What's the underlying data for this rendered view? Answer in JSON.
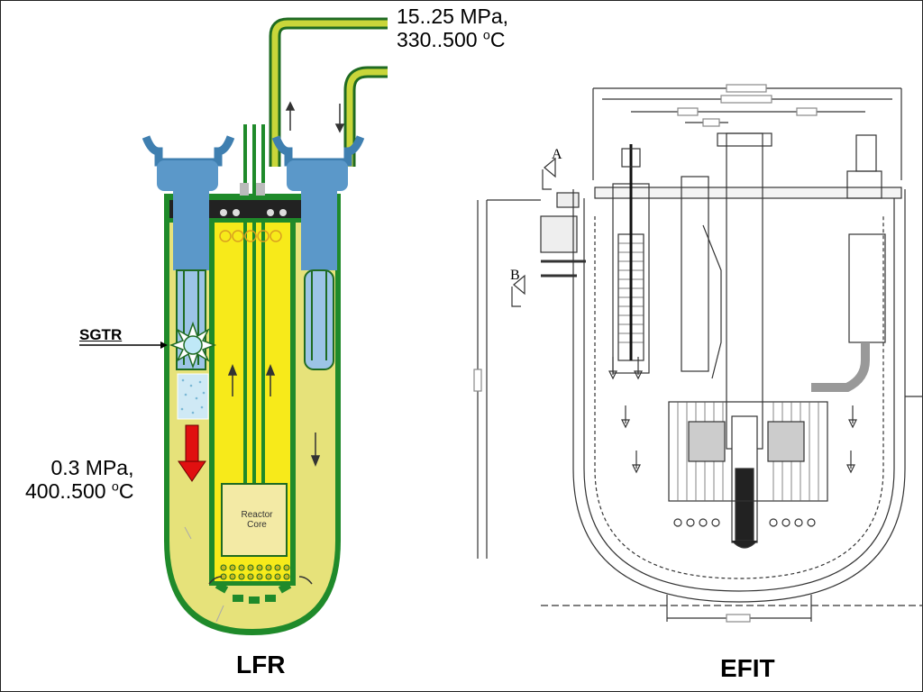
{
  "lfr": {
    "title": "LFR",
    "sgtr_label": "SGTR",
    "core_label": "Reactor\nCore",
    "steam_conditions": {
      "pressure": "15..25 MPa,",
      "temp_value": "330..500 ",
      "temp_unit_sup": "o",
      "temp_unit": "C"
    },
    "pool_conditions": {
      "pressure": "0.3 MPa,",
      "temp_value": "400..500 ",
      "temp_unit_sup": "o",
      "temp_unit": "C"
    }
  },
  "efit": {
    "title": "EFIT",
    "section_markers": [
      "A",
      "B"
    ]
  },
  "colors": {
    "vessel_green": "#1f8a2a",
    "coolant_yellow": "#e6e27a",
    "core_yellow": "#f7ea1a",
    "sg_blue": "#3f7fb0",
    "leak_arrow": "#e01010"
  }
}
